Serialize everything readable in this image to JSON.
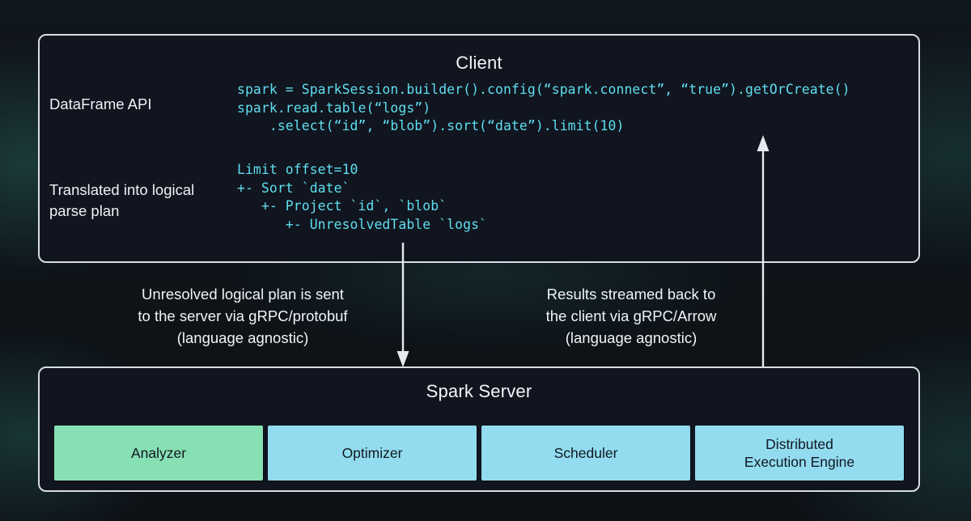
{
  "client": {
    "title": "Client",
    "rows": [
      {
        "label": "DataFrame API",
        "code": "spark = SparkSession.builder().config(“spark.connect”, “true”).getOrCreate()\nspark.read.table(“logs”)\n    .select(“id”, “blob”).sort(“date”).limit(10)"
      },
      {
        "label": "Translated into logical\nparse plan",
        "code": "Limit offset=10\n+- Sort `date`\n   +- Project `id`, `blob`\n      +- UnresolvedTable `logs`"
      }
    ]
  },
  "server": {
    "title": "Spark Server",
    "components": [
      {
        "label": "Analyzer",
        "color": "#87e0b4"
      },
      {
        "label": "Optimizer",
        "color": "#93dcf0"
      },
      {
        "label": "Scheduler",
        "color": "#93dcf0"
      },
      {
        "label": "Distributed\nExecution Engine",
        "color": "#93dcf0"
      }
    ]
  },
  "flows": [
    {
      "direction": "down",
      "caption": "Unresolved logical plan is sent\nto the server via gRPC/protobuf\n(language agnostic)"
    },
    {
      "direction": "up",
      "caption": "Results streamed back to\nthe client via gRPC/Arrow\n(language agnostic)"
    }
  ],
  "colors": {
    "background": "#0d1217",
    "panel_fill": "#11151f",
    "panel_border": "#d8dde3",
    "code_text": "#5fdff0",
    "body_text": "#f0f4f8",
    "glow": "#285f5a",
    "analyzer": "#87e0b4",
    "component": "#93dcf0",
    "arrow": "#e6eaee"
  }
}
